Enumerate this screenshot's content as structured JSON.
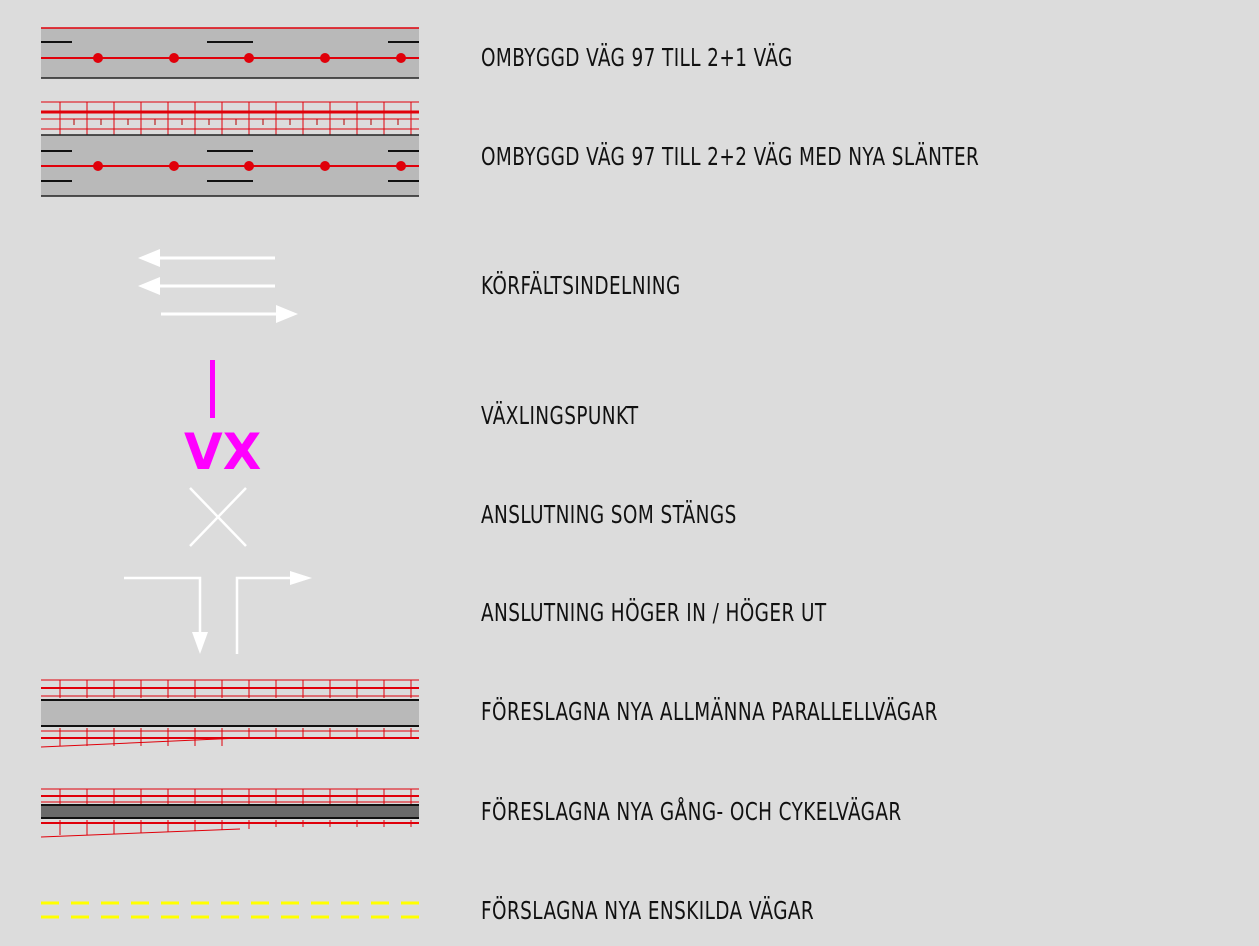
{
  "legend": {
    "items": [
      {
        "label": "OMBYGGD VÄG 97 TILL 2+1 VÄG"
      },
      {
        "label": "OMBYGGD VÄG 97 TILL 2+2 VÄG MED NYA SLÄNTER"
      },
      {
        "label": "KÖRFÄLTSINDELNING"
      },
      {
        "label": "VÄXLINGSPUNKT",
        "symbol_text": "VX"
      },
      {
        "label": "ANSLUTNING SOM STÄNGS"
      },
      {
        "label": "ANSLUTNING HÖGER IN / HÖGER UT"
      },
      {
        "label": "FÖRESLAGNA NYA ALLMÄNNA PARALLELLVÄGAR"
      },
      {
        "label": "FÖRESLAGNA NYA GÅNG- OCH CYKELVÄGAR"
      },
      {
        "label": "FÖRSLAGNA NYA ENSKILDA VÄGAR"
      }
    ]
  },
  "colors": {
    "background": "#dcdcdc",
    "road_surface": "#b9b9b9",
    "red": "#e0000a",
    "magenta": "#ff00ff",
    "yellow": "#ffff00",
    "white": "#ffffff",
    "dark_surface": "#6a6a6a"
  }
}
